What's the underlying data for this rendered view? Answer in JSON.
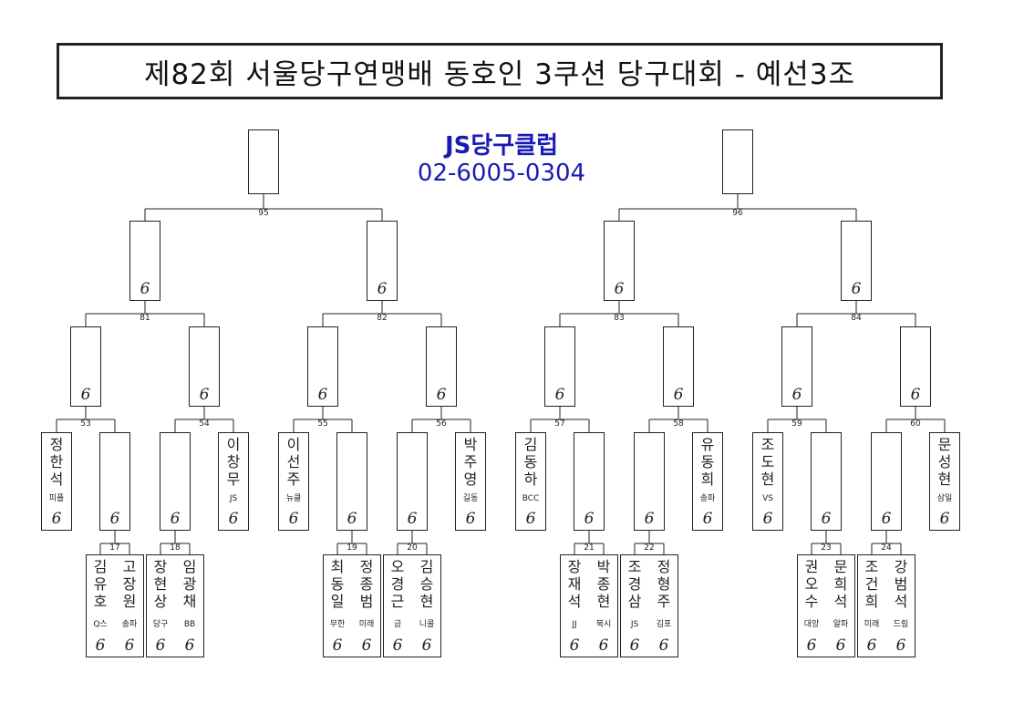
{
  "title": "제82회 서울당구연맹배 동호인 3쿠션 당구대회 - 예선3조",
  "sponsor": {
    "name": "JS당구클럽",
    "phone": "02-6005-0304"
  },
  "score_mark": "6",
  "finals": [
    {
      "number": "95"
    },
    {
      "number": "96"
    }
  ],
  "semis": [
    "81",
    "82",
    "83",
    "84"
  ],
  "quarters": [
    "53",
    "54",
    "55",
    "56",
    "57",
    "58",
    "59",
    "60"
  ],
  "first_round": [
    {
      "number": "17",
      "players": [
        {
          "name": "김유호",
          "club": "Q스"
        },
        {
          "name": "고장원",
          "club": "송파"
        }
      ]
    },
    {
      "number": "18",
      "players": [
        {
          "name": "장현상",
          "club": "당구"
        },
        {
          "name": "임광채",
          "club": "BB"
        }
      ]
    },
    {
      "number": "19",
      "players": [
        {
          "name": "최동일",
          "club": "무한"
        },
        {
          "name": "정종범",
          "club": "미래"
        }
      ]
    },
    {
      "number": "20",
      "players": [
        {
          "name": "오경근",
          "club": "금"
        },
        {
          "name": "김승현",
          "club": "니콜"
        }
      ]
    },
    {
      "number": "21",
      "players": [
        {
          "name": "장재석",
          "club": "JJ"
        },
        {
          "name": "박종현",
          "club": "북시"
        }
      ]
    },
    {
      "number": "22",
      "players": [
        {
          "name": "조경삼",
          "club": "JS"
        },
        {
          "name": "정형주",
          "club": "김포"
        }
      ]
    },
    {
      "number": "23",
      "players": [
        {
          "name": "권오수",
          "club": "대앙"
        },
        {
          "name": "문희석",
          "club": "알파"
        }
      ]
    },
    {
      "number": "24",
      "players": [
        {
          "name": "조건희",
          "club": "미래"
        },
        {
          "name": "강범석",
          "club": "드림"
        }
      ]
    }
  ],
  "seeds": [
    {
      "name": "정한석",
      "club": "피플"
    },
    {
      "name": "이창무",
      "club": "JS"
    },
    {
      "name": "이선주",
      "club": "뉴클"
    },
    {
      "name": "박주영",
      "club": "길동"
    },
    {
      "name": "김동하",
      "club": "BCC"
    },
    {
      "name": "유동희",
      "club": "송파"
    },
    {
      "name": "조도현",
      "club": "VS"
    },
    {
      "name": "문성현",
      "club": "삼일"
    }
  ]
}
